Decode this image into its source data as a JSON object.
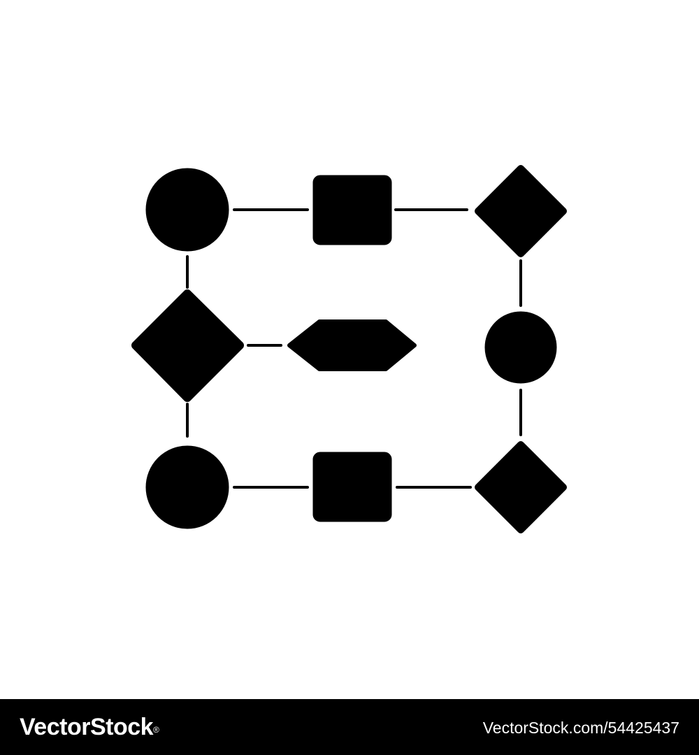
{
  "colors": {
    "background": "#ffffff",
    "shape_fill": "#000000",
    "connector": "#000000",
    "footer_background": "#000000",
    "footer_text": "#ffffff"
  },
  "diagram": {
    "type": "flowchart-icon",
    "nodes": [
      {
        "id": "n1",
        "shape": "circle"
      },
      {
        "id": "n2",
        "shape": "rounded-square"
      },
      {
        "id": "n3",
        "shape": "diamond"
      },
      {
        "id": "n4",
        "shape": "diamond"
      },
      {
        "id": "n5",
        "shape": "hexagon"
      },
      {
        "id": "n6",
        "shape": "circle"
      },
      {
        "id": "n7",
        "shape": "circle"
      },
      {
        "id": "n8",
        "shape": "rounded-square"
      },
      {
        "id": "n9",
        "shape": "diamond"
      }
    ],
    "edges": [
      {
        "from": "n1",
        "to": "n2"
      },
      {
        "from": "n2",
        "to": "n3"
      },
      {
        "from": "n1",
        "to": "n4"
      },
      {
        "from": "n4",
        "to": "n5"
      },
      {
        "from": "n4",
        "to": "n7"
      },
      {
        "from": "n3",
        "to": "n6"
      },
      {
        "from": "n6",
        "to": "n9"
      },
      {
        "from": "n7",
        "to": "n8"
      },
      {
        "from": "n8",
        "to": "n9"
      }
    ]
  },
  "footer": {
    "brand": "VectorStock",
    "brand_mark": "®",
    "image_id": "VectorStock.com/54425437"
  }
}
